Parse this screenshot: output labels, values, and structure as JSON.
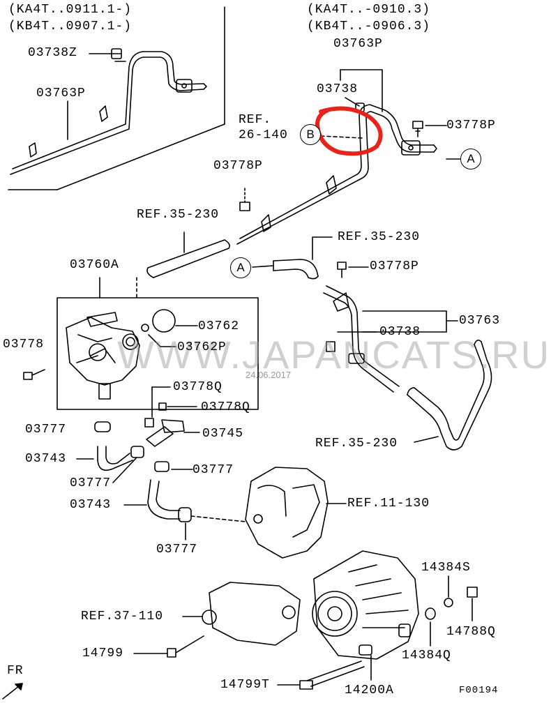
{
  "variants": {
    "left_1": "(KA4T..0911.1-)",
    "left_2": "(KB4T..0907.1-)",
    "right_1": "(KA4T..-0910.3)",
    "right_2": "(KB4T..-0906.3)"
  },
  "parts": {
    "p03738Z": "03738Z",
    "p03763P_left": "03763P",
    "p03763P_top": "03763P",
    "p03738_top": "03738",
    "ref_26_140_a": "REF.",
    "ref_26_140_b": "26-140",
    "p03778P_right": "03778P",
    "p03778P_mid": "03778P",
    "ref_35_230_a": "REF.35-230",
    "ref_35_230_b": "REF.35-230",
    "p03778P_lower": "03778P",
    "p03760A": "03760A",
    "p03763": "03763",
    "p03738_mid": "03738",
    "p03778": "03778",
    "p03762": "03762",
    "p03762P": "03762P",
    "p03778Q_a": "03778Q",
    "p03778Q_b": "03778Q",
    "p03777_a": "03777",
    "p03745": "03745",
    "ref_35_230_c": "REF.35-230",
    "p03743_a": "03743",
    "p03777_b": "03777",
    "p03777_c": "03777",
    "p03743_b": "03743",
    "ref_11_130": "REF.11-130",
    "p03777_d": "03777",
    "p14384S": "14384S",
    "ref_37_110": "REF.37-110",
    "p14788Q": "14788Q",
    "p14799": "14799",
    "p14384Q": "14384Q",
    "p14799T": "14799T",
    "p14200A": "14200A",
    "fr": "FR",
    "figure_code": "F00194"
  },
  "markers": {
    "A": "A",
    "B": "B"
  },
  "watermark": "WWW.JAPANCATS.RU",
  "watermark_date": "24.06.2017",
  "annotation": {
    "color": "#e8231b",
    "shape": "hand-drawn circle"
  }
}
